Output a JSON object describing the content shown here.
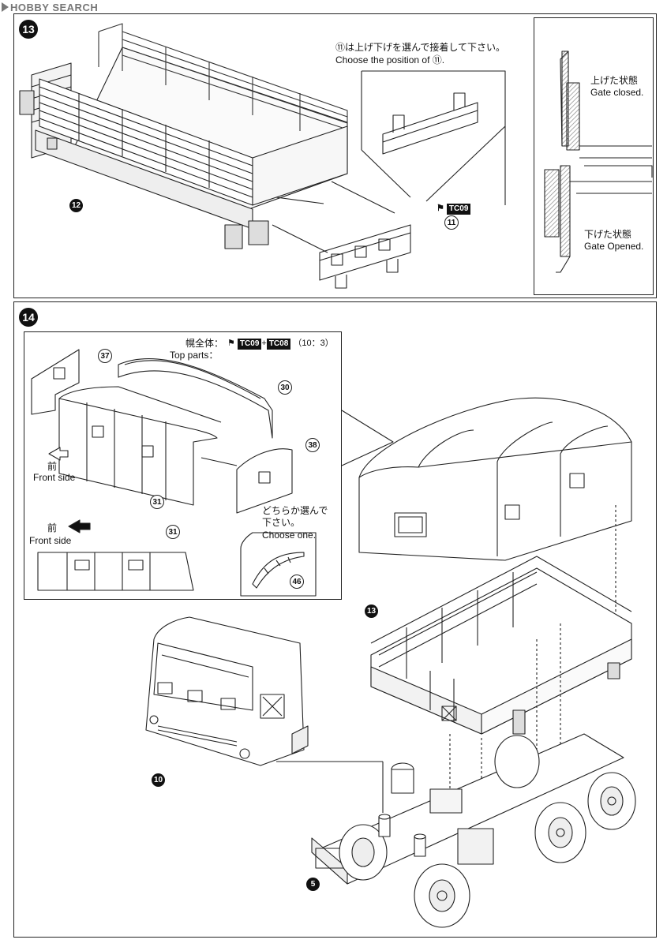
{
  "watermark": "HOBBY SEARCH",
  "step13": {
    "number": "13",
    "instruction_jp": "⑪は上げ下げを選んで接着して下さい。",
    "instruction_en": "Choose the position of ⑪.",
    "inset_label_closed_jp": "上げた状態",
    "inset_label_closed_en": "Gate closed.",
    "inset_label_opened_jp": "下げた状態",
    "inset_label_opened_en": "Gate Opened.",
    "paint_code": "TC09",
    "part_11": "11",
    "part_12": "12"
  },
  "step14": {
    "number": "14",
    "top_parts_jp": "幌全体：",
    "top_parts_en": "Top parts：",
    "paint_code_a": "TC09",
    "paint_code_b": "TC08",
    "mix_ratio": "（10：3）",
    "front_jp": "前",
    "front_en": "Front side",
    "front2_jp": "前",
    "front2_en": "Front side",
    "choose_jp": "どちらか選んで\n下さい。",
    "choose_jp_1": "どちらか選んで",
    "choose_jp_2": "下さい。",
    "choose_en": "Choose one.",
    "part_37": "37",
    "part_30": "30",
    "part_38": "38",
    "part_31": "31",
    "part_31b": "31",
    "part_46": "46",
    "part_13": "13",
    "part_10": "10",
    "part_5": "5"
  }
}
